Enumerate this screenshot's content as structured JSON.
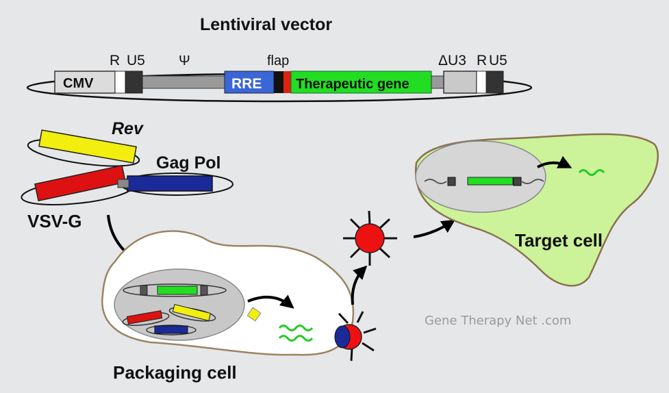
{
  "title": "Lentiviral vector",
  "vector": {
    "cmv": "CMV",
    "r_left": "R",
    "u5_left": "U5",
    "psi": "Ψ",
    "rre": "RRE",
    "flap": "flap",
    "therapeutic_gene": "Therapeutic gene",
    "delta_u3": "ΔU3",
    "r_right": "R",
    "u5_right": "U5"
  },
  "plasmids": {
    "rev": "Rev",
    "gag_pol": "Gag Pol",
    "vsv_g": "VSV-G"
  },
  "cells": {
    "packaging": "Packaging cell",
    "target": "Target cell"
  },
  "watermark": "Gene Therapy Net .com",
  "colors": {
    "background": "#e6e7e9",
    "rre": "#3a66d6",
    "therapeutic_gene": "#22dd22",
    "rev": "#f2ee10",
    "vsv_g": "#dd1111",
    "gag_pol": "#1a2a99",
    "target_cell": "#ccf29a",
    "packaging_cell": "#ffffff",
    "virion": "#ee1111",
    "transcript": "#22cc22"
  }
}
